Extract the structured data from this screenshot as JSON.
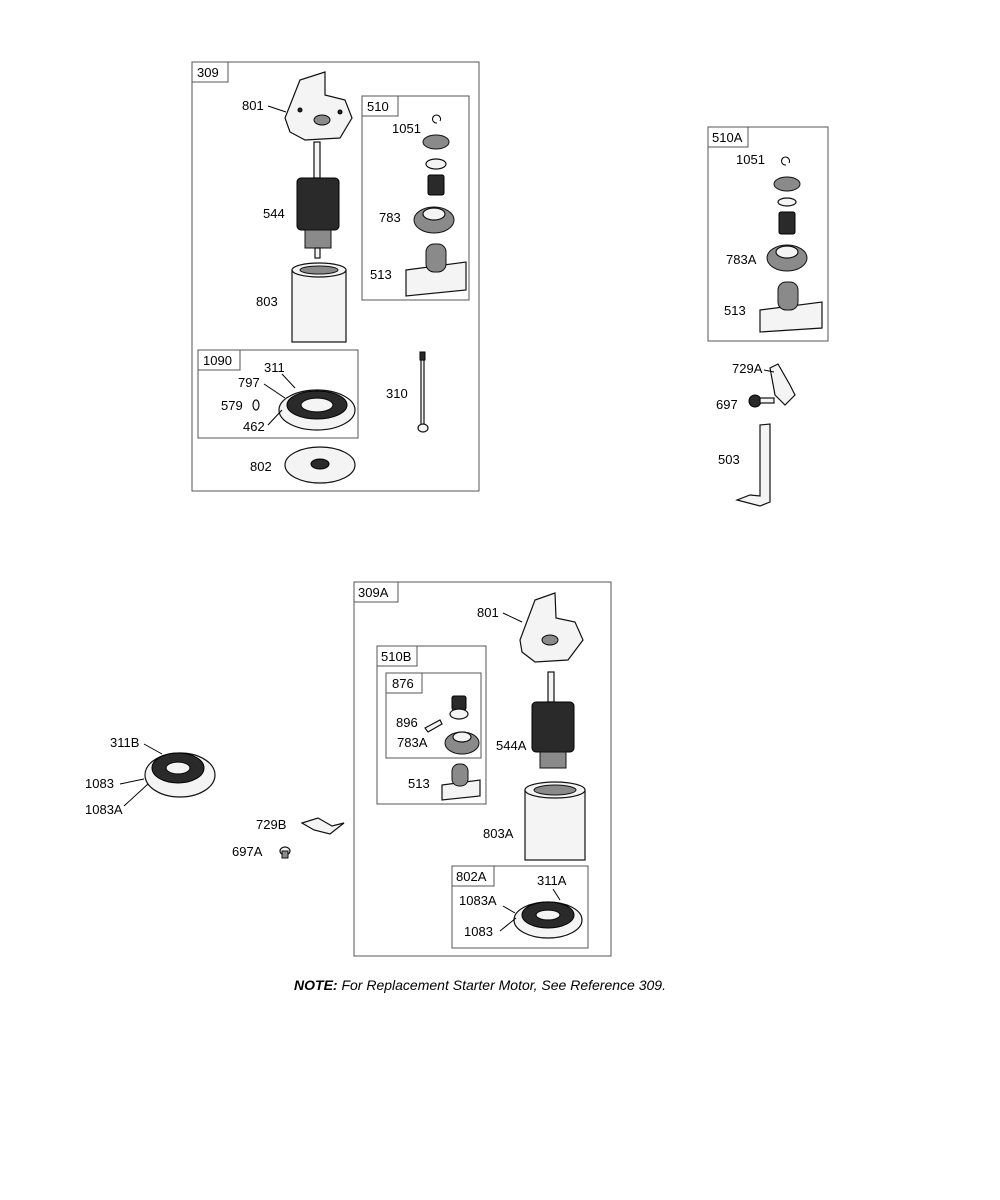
{
  "note": {
    "prefix": "NOTE:",
    "text": " For Replacement Starter Motor, See Reference 309."
  },
  "kits": {
    "k309": "309",
    "k510": "510",
    "k1090": "1090",
    "k510A": "510A",
    "k309A": "309A",
    "k510B": "510B",
    "k876": "876",
    "k802A": "802A"
  },
  "parts": {
    "p801": "801",
    "p544": "544",
    "p803": "803",
    "p311": "311",
    "p797": "797",
    "p579": "579",
    "p462": "462",
    "p802": "802",
    "p310": "310",
    "p1051": "1051",
    "p783": "783",
    "p513": "513",
    "q1051": "1051",
    "p783A": "783A",
    "q513": "513",
    "p729A": "729A",
    "p697": "697",
    "p503": "503",
    "p311B": "311B",
    "p1083": "1083",
    "p1083A": "1083A",
    "p729B": "729B",
    "p697A": "697A",
    "q801": "801",
    "p896": "896",
    "q783A": "783A",
    "r513": "513",
    "p544A": "544A",
    "p803A": "803A",
    "p311A": "311A",
    "q1083A": "1083A",
    "q1083": "1083"
  }
}
